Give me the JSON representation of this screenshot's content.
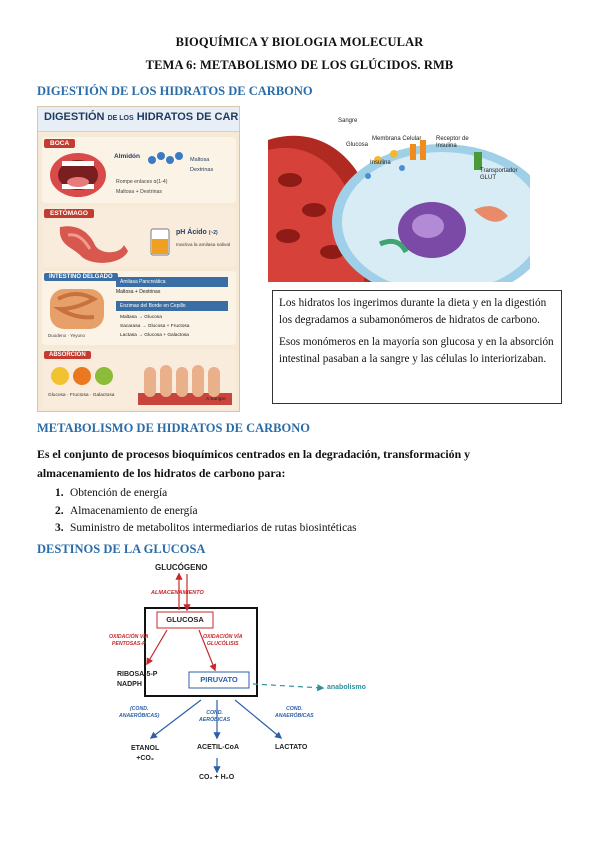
{
  "header": {
    "line1": "BIOQUÍMICA Y BIOLOGIA MOLECULAR",
    "line2": "TEMA 6: METABOLISMO DE LOS GLÚCIDOS. RMB"
  },
  "colors": {
    "section": "#2a6ca8",
    "arrow_red": "#c8282d",
    "arrow_blue": "#2c5fa8",
    "anabolismo": "#2f8f9a"
  },
  "section1": {
    "title": "DIGESTIÓN DE LOS HIDRATOS DE CARBONO",
    "poster": {
      "title_a": "DIGESTIÓN",
      "title_b": "DE LOS",
      "title_c": "HIDRATOS DE CARBONO",
      "boca": {
        "label": "BOCA",
        "almidon": "Almidón",
        "maltosa": "Maltosa",
        "dextrinas": "Dextrinas",
        "rompe": "Rompe enlaces α(1-4)",
        "result": "Maltosa + Dextrinas"
      },
      "estomago": {
        "label": "ESTÓMAGO",
        "ph": "pH Ácido",
        "ph_val": "(~2)",
        "note": "Inactiva la amilasa salival"
      },
      "intestino": {
        "label": "INTESTINO DELGADO",
        "amilasa": "Amilasa Pancreática",
        "amilasa_res": "Maltosa + Dextrinas",
        "enzimas": "Enzimas del Borde en Cepillo",
        "rows": [
          "Maltasa → Glucosa",
          "Sacarasa → Glucosa + Fructosa",
          "Lactasa → Glucosa + Galactosa"
        ],
        "duodeno": "Duodeno · Yeyuno"
      },
      "absorcion": {
        "label": "ABSORCIÓN",
        "monos": "Glucosa · Fructosa · Galactosa",
        "sangre": "A Sangre"
      }
    },
    "cell": {
      "sangre": "Sangre",
      "glucosa": "Glucosa",
      "membrana": "Membrana Celular",
      "receptor": "Receptor de Insulina",
      "insulina": "Insulina",
      "transportador": "Transportador GLUT"
    },
    "box_p1": "Los hidratos los ingerimos durante la dieta y en la digestión los degradamos a subamonómeros de hidratos de carbono.",
    "box_p2": "Esos monómeros en la mayoría son glucosa y en la absorción intestinal pasaban a la sangre y las células lo interiorizaban."
  },
  "section2": {
    "title": "METABOLISMO DE HIDRATOS DE CARBONO",
    "intro_1": "Es el conjunto de procesos bioquímicos centrados en la degradación, transformación y",
    "intro_2": "almacenamiento de los hidratos de carbono para:",
    "items": [
      {
        "num": "1.",
        "text": "Obtención de energía"
      },
      {
        "num": "2.",
        "text": "Almacenamiento de energía"
      },
      {
        "num": "3.",
        "text": "Suministro de metabolitos intermediarios de rutas biosintéticas"
      }
    ]
  },
  "section3": {
    "title": "DESTINOS DE LA GLUCOSA",
    "diagram": {
      "glucogeno": "GLUCÓGENO",
      "almacenamiento": "ALMACENAMIENTO",
      "glucosa": "GLUCOSA",
      "ox_pentosas_1": "OXIDACIÓN VÍA",
      "ox_pentosas_2": "PENTOSAS-P",
      "ox_glucolisis_1": "OXIDACIÓN VÍA",
      "ox_glucolisis_2": "GLUCÓLISIS",
      "ribosa_1": "RIBOSA-5-P",
      "ribosa_2": "NADPH",
      "piruvato": "PIRUVATO",
      "anabolismo": "anabolismo",
      "cond_l_1": "(COND.",
      "cond_l_2": "ANAERÓBICAS)",
      "cond_m_1": "COND.",
      "cond_m_2": "AERÓBICAS",
      "cond_r_1": "COND.",
      "cond_r_2": "ANAERÓBICAS",
      "etanol_1": "ETANOL",
      "etanol_2": "+CO₂",
      "acetil": "ACETIL-CoA",
      "lactato": "LACTATO",
      "co2h2o": "CO₂ + H₂O"
    }
  }
}
